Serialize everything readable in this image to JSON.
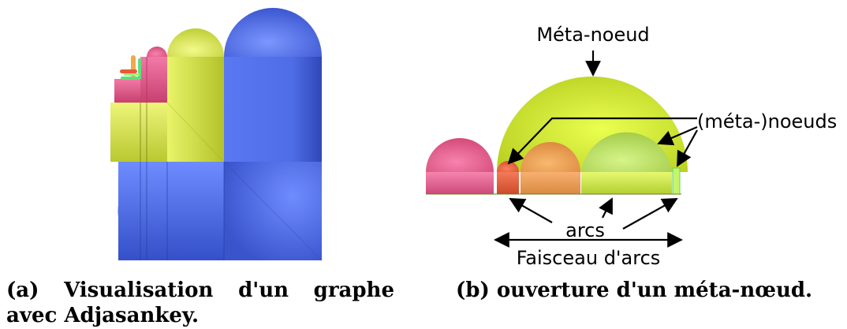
{
  "figure_a": {
    "caption": {
      "tag": "(a)",
      "words": [
        "Visualisation",
        "d'un",
        "graphe"
      ],
      "line2": "avec Adjasankey."
    }
  },
  "figure_b": {
    "labels": {
      "meta_node": "Méta-noeud",
      "nodes": "(méta-)noeuds",
      "arcs": "arcs",
      "bundle": "Faisceau d'arcs"
    },
    "caption": "(b) ouverture d'un méta-nœud."
  },
  "colors": {
    "blue": "#5b7cf0",
    "yellow_green": "#e2f25a",
    "pink": "#ee6a9a",
    "orange": "#f2a65a",
    "light_green": "#c6ec6c",
    "red_orange": "#f06a4a",
    "green": "#5be07a"
  }
}
